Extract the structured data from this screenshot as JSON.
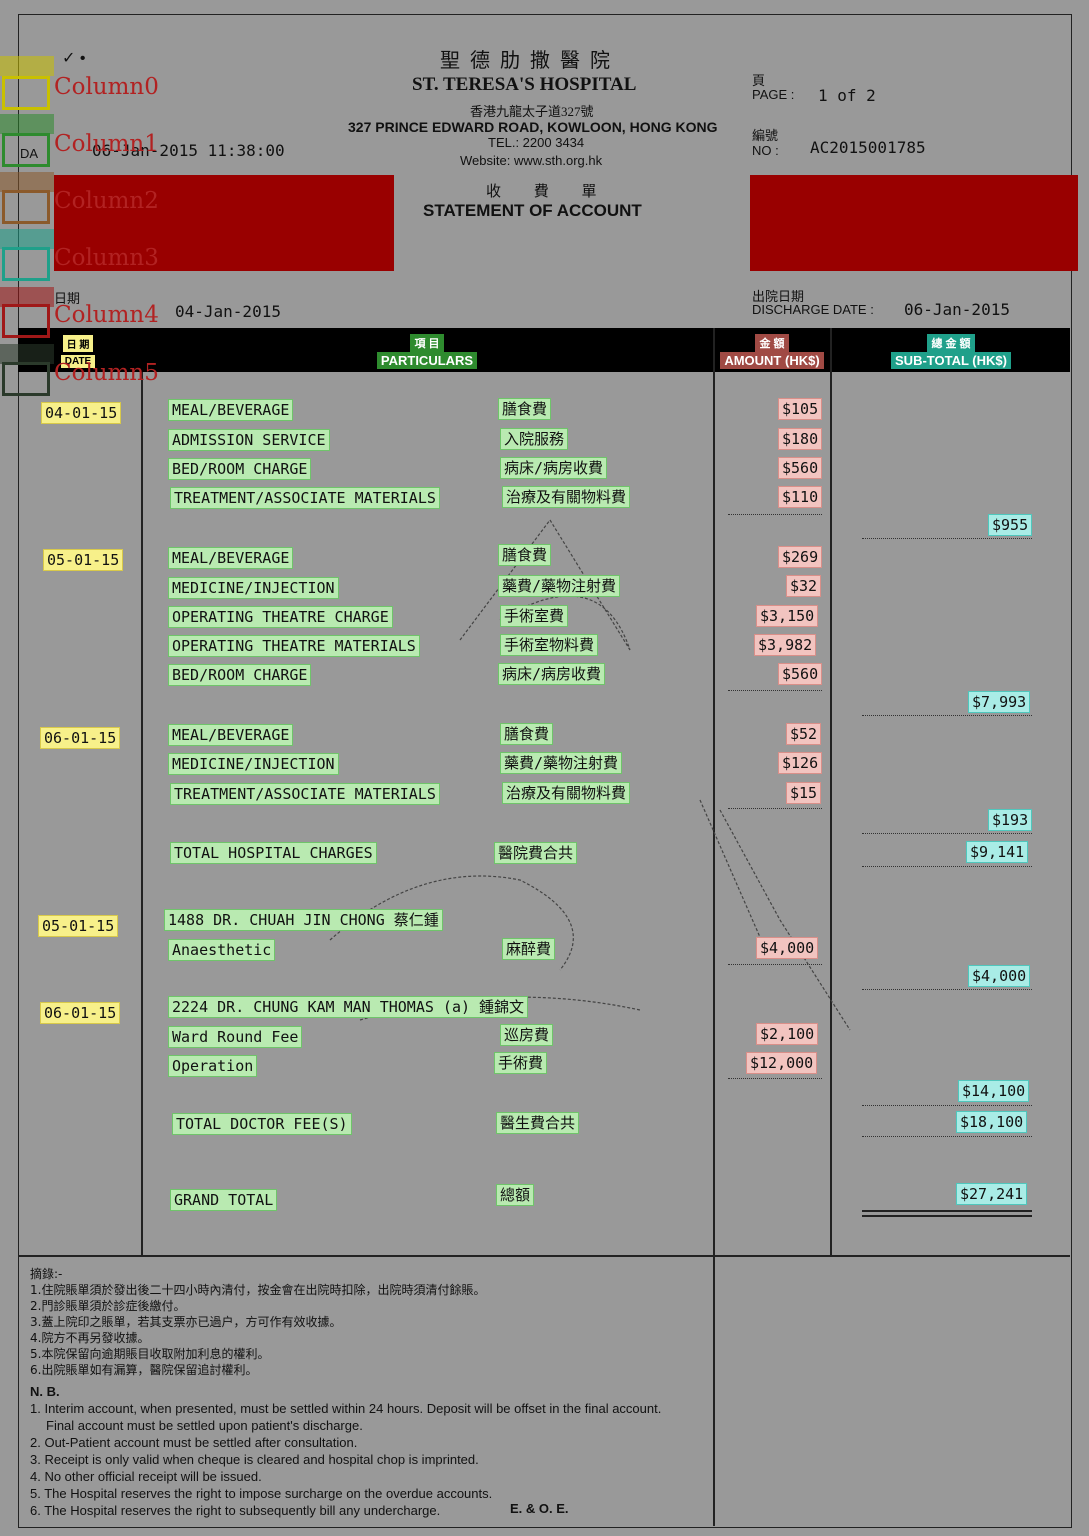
{
  "hospital": {
    "name_zh": "聖德肋撒醫院",
    "name_en": "ST. TERESA'S HOSPITAL",
    "address_zh": "香港九龍太子道327號",
    "address_en": "327 PRINCE EDWARD ROAD, KOWLOON, HONG KONG",
    "tel": "TEL.: 2200 3434",
    "website": "Website: www.sth.org.hk",
    "doc_title_zh": "收 費 單",
    "doc_title_en": "STATEMENT OF ACCOUNT"
  },
  "meta": {
    "page_label_zh": "頁",
    "page_label": "PAGE :",
    "page_value": "1 of 2",
    "no_label_zh": "編號",
    "no_label": "NO :",
    "no_value": "AC2015001785",
    "date_value": "06-Jan-2015 11:38:00",
    "admission_label_zh": "日期",
    "admission_date": "04-Jan-2015",
    "discharge_label_zh": "出院日期",
    "discharge_label": "DISCHARGE DATE :",
    "discharge_date": "06-Jan-2015"
  },
  "overlay_columns": [
    {
      "label": "Column0",
      "color": "#c9c000"
    },
    {
      "label": "Column1",
      "color": "#2e8b2e"
    },
    {
      "label": "Column2",
      "color": "#8b5a2b"
    },
    {
      "label": "Column3",
      "color": "#1fa08a"
    },
    {
      "label": "Column4",
      "color": "#a01818"
    },
    {
      "label": "Column5",
      "color": "#2b3a2b"
    }
  ],
  "table_header": {
    "date_zh": "日 期",
    "date_en": "DATE",
    "particulars_zh": "項 目",
    "particulars_en": "PARTICULARS",
    "amount_zh": "金 額",
    "amount_en": "AMOUNT (HK$)",
    "subtotal_zh": "總 金 額",
    "subtotal_en": "SUB-TOTAL (HK$)"
  },
  "rows": [
    {
      "date": "04-01-15",
      "en": "MEAL/BEVERAGE",
      "zh": "膳食費",
      "amount": "$105",
      "subtotal": ""
    },
    {
      "date": "",
      "en": "ADMISSION SERVICE",
      "zh": "入院服務",
      "amount": "$180",
      "subtotal": ""
    },
    {
      "date": "",
      "en": "BED/ROOM CHARGE",
      "zh": "病床/病房收費",
      "amount": "$560",
      "subtotal": ""
    },
    {
      "date": "",
      "en": "TREATMENT/ASSOCIATE MATERIALS",
      "zh": "治療及有關物料費",
      "amount": "$110",
      "subtotal": ""
    },
    {
      "date": "",
      "en": "",
      "zh": "",
      "amount": "",
      "subtotal": "$955"
    },
    {
      "date": "05-01-15",
      "en": "MEAL/BEVERAGE",
      "zh": "膳食費",
      "amount": "$269",
      "subtotal": ""
    },
    {
      "date": "",
      "en": "MEDICINE/INJECTION",
      "zh": "藥費/藥物注射費",
      "amount": "$32",
      "subtotal": ""
    },
    {
      "date": "",
      "en": "OPERATING THEATRE CHARGE",
      "zh": "手術室費",
      "amount": "$3,150",
      "subtotal": ""
    },
    {
      "date": "",
      "en": "OPERATING THEATRE MATERIALS",
      "zh": "手術室物料費",
      "amount": "$3,982",
      "subtotal": ""
    },
    {
      "date": "",
      "en": "BED/ROOM CHARGE",
      "zh": "病床/病房收費",
      "amount": "$560",
      "subtotal": ""
    },
    {
      "date": "",
      "en": "",
      "zh": "",
      "amount": "",
      "subtotal": "$7,993"
    },
    {
      "date": "06-01-15",
      "en": "MEAL/BEVERAGE",
      "zh": "膳食費",
      "amount": "$52",
      "subtotal": ""
    },
    {
      "date": "",
      "en": "MEDICINE/INJECTION",
      "zh": "藥費/藥物注射費",
      "amount": "$126",
      "subtotal": ""
    },
    {
      "date": "",
      "en": "TREATMENT/ASSOCIATE MATERIALS",
      "zh": "治療及有關物料費",
      "amount": "$15",
      "subtotal": ""
    },
    {
      "date": "",
      "en": "",
      "zh": "",
      "amount": "",
      "subtotal": "$193"
    },
    {
      "date": "",
      "en": "TOTAL HOSPITAL CHARGES",
      "zh": "醫院費合共",
      "amount": "",
      "subtotal": "$9,141"
    },
    {
      "date": "05-01-15",
      "en": "1488 DR. CHUAH JIN CHONG 蔡仁鍾",
      "zh": "",
      "amount": "",
      "subtotal": ""
    },
    {
      "date": "",
      "en": "Anaesthetic",
      "zh": "麻醉費",
      "amount": "$4,000",
      "subtotal": ""
    },
    {
      "date": "",
      "en": "",
      "zh": "",
      "amount": "",
      "subtotal": "$4,000"
    },
    {
      "date": "06-01-15",
      "en": "2224 DR. CHUNG KAM MAN THOMAS (a) 鍾錦文",
      "zh": "",
      "amount": "",
      "subtotal": ""
    },
    {
      "date": "",
      "en": "Ward Round Fee",
      "zh": "巡房費",
      "amount": "$2,100",
      "subtotal": ""
    },
    {
      "date": "",
      "en": "Operation",
      "zh": "手術費",
      "amount": "$12,000",
      "subtotal": ""
    },
    {
      "date": "",
      "en": "",
      "zh": "",
      "amount": "",
      "subtotal": "$14,100"
    },
    {
      "date": "",
      "en": "TOTAL DOCTOR FEE(S)",
      "zh": "醫生費合共",
      "amount": "",
      "subtotal": "$18,100"
    },
    {
      "date": "",
      "en": "GRAND TOTAL",
      "zh": "總額",
      "amount": "",
      "subtotal": "$27,241"
    }
  ],
  "notes": {
    "zh_title": "摘錄:-",
    "zh_items": [
      "1.住院賬單須於發出後二十四小時內清付，按金會在出院時扣除，出院時須清付餘賬。",
      "2.門診賬單須於診症後繳付。",
      "3.蓋上院印之賬單，若其支票亦已過户，方可作有效收據。",
      "4.院方不再另發收據。",
      "5.本院保留向逾期賬目收取附加利息的權利。",
      "6.出院賬單如有漏算，醫院保留追討權利。"
    ],
    "en_title": "N. B.",
    "en_items": [
      "1. Interim account, when presented, must be settled within 24 hours. Deposit will be offset in the final account.",
      "    Final account must be settled upon patient's discharge.",
      "2. Out-Patient account must be settled after consultation.",
      "3. Receipt is only valid when cheque is cleared and hospital chop is imprinted.",
      "4. No other official receipt will be issued.",
      "5. The Hospital reserves the right to impose surcharge on the overdue accounts.",
      "6. The Hospital reserves the right to subsequently bill any undercharge."
    ],
    "eoe": "E. & O. E."
  },
  "colors": {
    "redaction": "#990000",
    "date_highlight": "#f7f08a",
    "particulars_highlight": "#b9eab1",
    "amount_highlight": "#f2c4c0",
    "subtotal_highlight": "#a9ece6"
  }
}
